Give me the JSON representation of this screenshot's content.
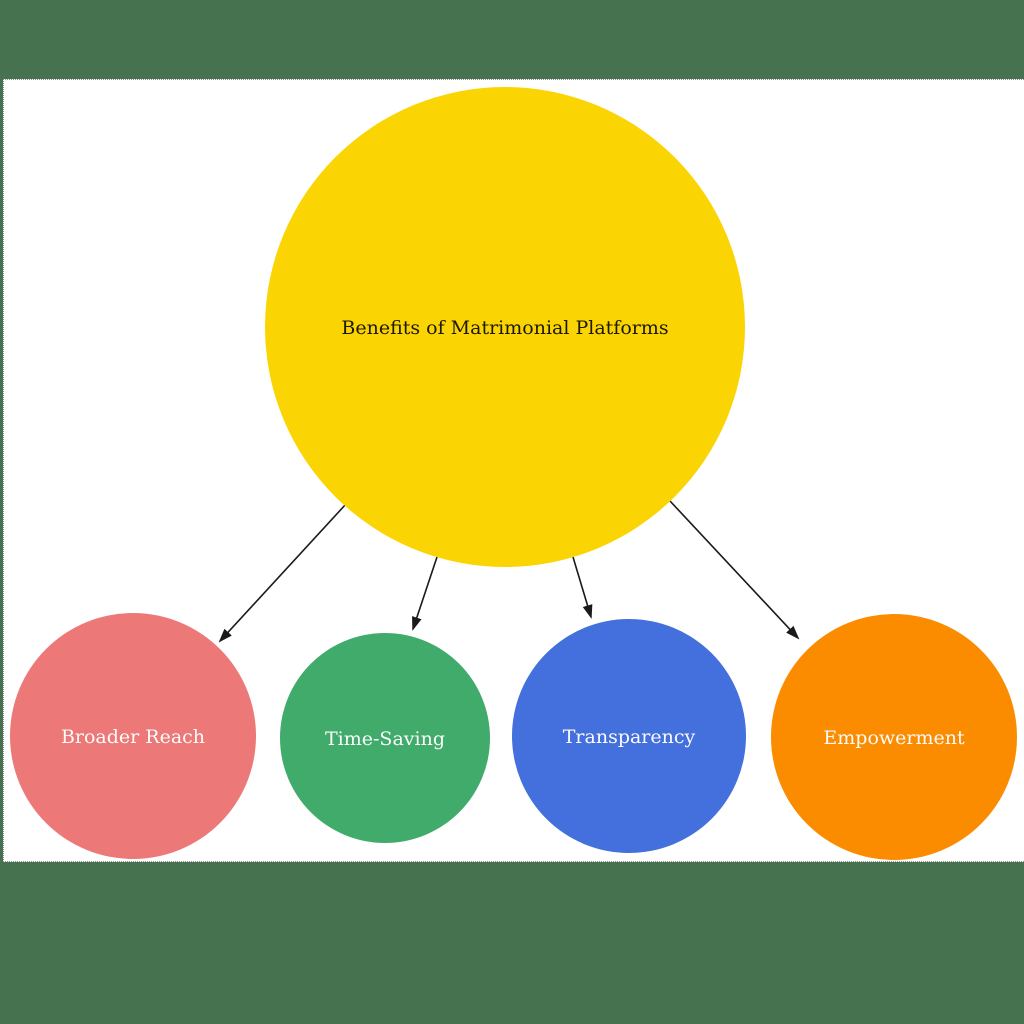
{
  "page": {
    "background_color": "#47724F",
    "canvas_color": "#FFFFFF",
    "canvas_border_color": "#8F8F8F"
  },
  "diagram": {
    "arrow_color": "#1A1A1A",
    "label_text_color": "#FBFBFB",
    "root": {
      "label": "Benefits of Matrimonial Platforms",
      "color": "#FBD403",
      "text_color": "#1C1A04"
    },
    "children": [
      {
        "label": "Broader Reach",
        "color": "#EC7878"
      },
      {
        "label": "Time-Saving",
        "color": "#41AB6C"
      },
      {
        "label": "Transparency",
        "color": "#4370DC"
      },
      {
        "label": "Empowerment",
        "color": "#FB8C00"
      }
    ]
  }
}
